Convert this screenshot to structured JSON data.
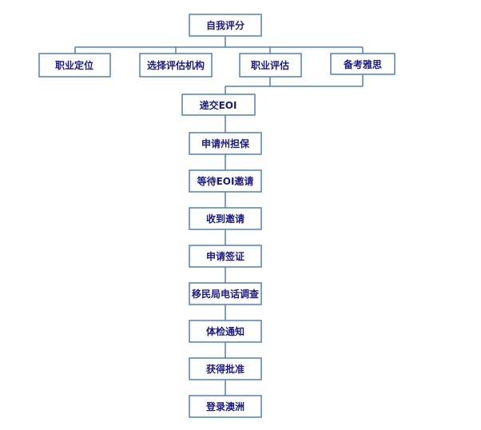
{
  "diagram": {
    "nodes": [
      {
        "id": "self-assessment",
        "label": "自我评分"
      },
      {
        "id": "occupation-selection",
        "label": "职业定位"
      },
      {
        "id": "select-assessing-authority",
        "label": "选择评估机构"
      },
      {
        "id": "skills-assessment",
        "label": "职业评估"
      },
      {
        "id": "ielts-preparation",
        "label": "备考雅思"
      },
      {
        "id": "submit-eoi",
        "label": "递交EOI"
      },
      {
        "id": "apply-state-sponsorship",
        "label": "申请州担保"
      },
      {
        "id": "await-eoi-invitation",
        "label": "等待EOI邀请"
      },
      {
        "id": "receive-invitation",
        "label": "收到邀请"
      },
      {
        "id": "apply-visa",
        "label": "申请签证"
      },
      {
        "id": "immigration-phone-survey",
        "label": "移民局电话调查"
      },
      {
        "id": "medical-notice",
        "label": "体检通知"
      },
      {
        "id": "obtain-approval",
        "label": "获得批准"
      },
      {
        "id": "land-australia",
        "label": "登录澳洲"
      }
    ],
    "edges": [
      [
        "self-assessment",
        "occupation-selection"
      ],
      [
        "self-assessment",
        "select-assessing-authority"
      ],
      [
        "self-assessment",
        "skills-assessment"
      ],
      [
        "self-assessment",
        "ielts-preparation"
      ],
      [
        "skills-assessment",
        "submit-eoi"
      ],
      [
        "ielts-preparation",
        "submit-eoi"
      ],
      [
        "submit-eoi",
        "apply-state-sponsorship"
      ],
      [
        "apply-state-sponsorship",
        "await-eoi-invitation"
      ],
      [
        "await-eoi-invitation",
        "receive-invitation"
      ],
      [
        "receive-invitation",
        "apply-visa"
      ],
      [
        "apply-visa",
        "immigration-phone-survey"
      ],
      [
        "immigration-phone-survey",
        "medical-notice"
      ],
      [
        "medical-notice",
        "obtain-approval"
      ],
      [
        "obtain-approval",
        "land-australia"
      ]
    ],
    "colors": {
      "border": "#4f81bd",
      "text": "#1a1a8c",
      "background": "#ffffff"
    }
  }
}
